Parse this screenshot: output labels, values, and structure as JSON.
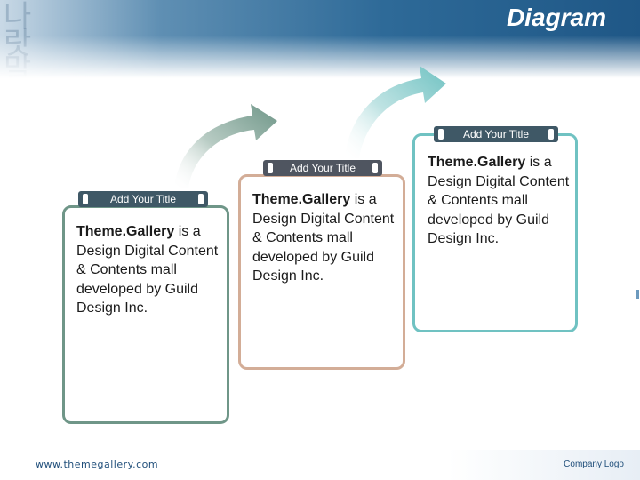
{
  "slide": {
    "title": "Diagram",
    "footer_url": "www.themegallery.com",
    "footer_logo": "Company Logo"
  },
  "cards": [
    {
      "tab_label": "Add Your Title",
      "body_bold": "Theme.Gallery",
      "body_rest": " is a Design Digital Content & Contents mall developed by Guild Design Inc.",
      "tab_color": "#3f5866",
      "border_color": "#6f9688"
    },
    {
      "tab_label": "Add Your Title",
      "body_bold": "Theme.Gallery",
      "body_rest": " is a Design Digital Content & Contents mall developed by Guild Design Inc.",
      "tab_color": "#4f5560",
      "border_color": "#d3ad97"
    },
    {
      "tab_label": "Add Your Title",
      "body_bold": "Theme.Gallery",
      "body_rest": " is a Design Digital Content & Contents mall developed by Guild Design Inc.",
      "tab_color": "#3f5866",
      "border_color": "#70c2c2"
    }
  ],
  "colors": {
    "arrow_1": "#6f9688",
    "arrow_2": "#70c2c2",
    "header_dark": "#1f5786"
  },
  "icons": [
    "curved-arrow-icon"
  ]
}
